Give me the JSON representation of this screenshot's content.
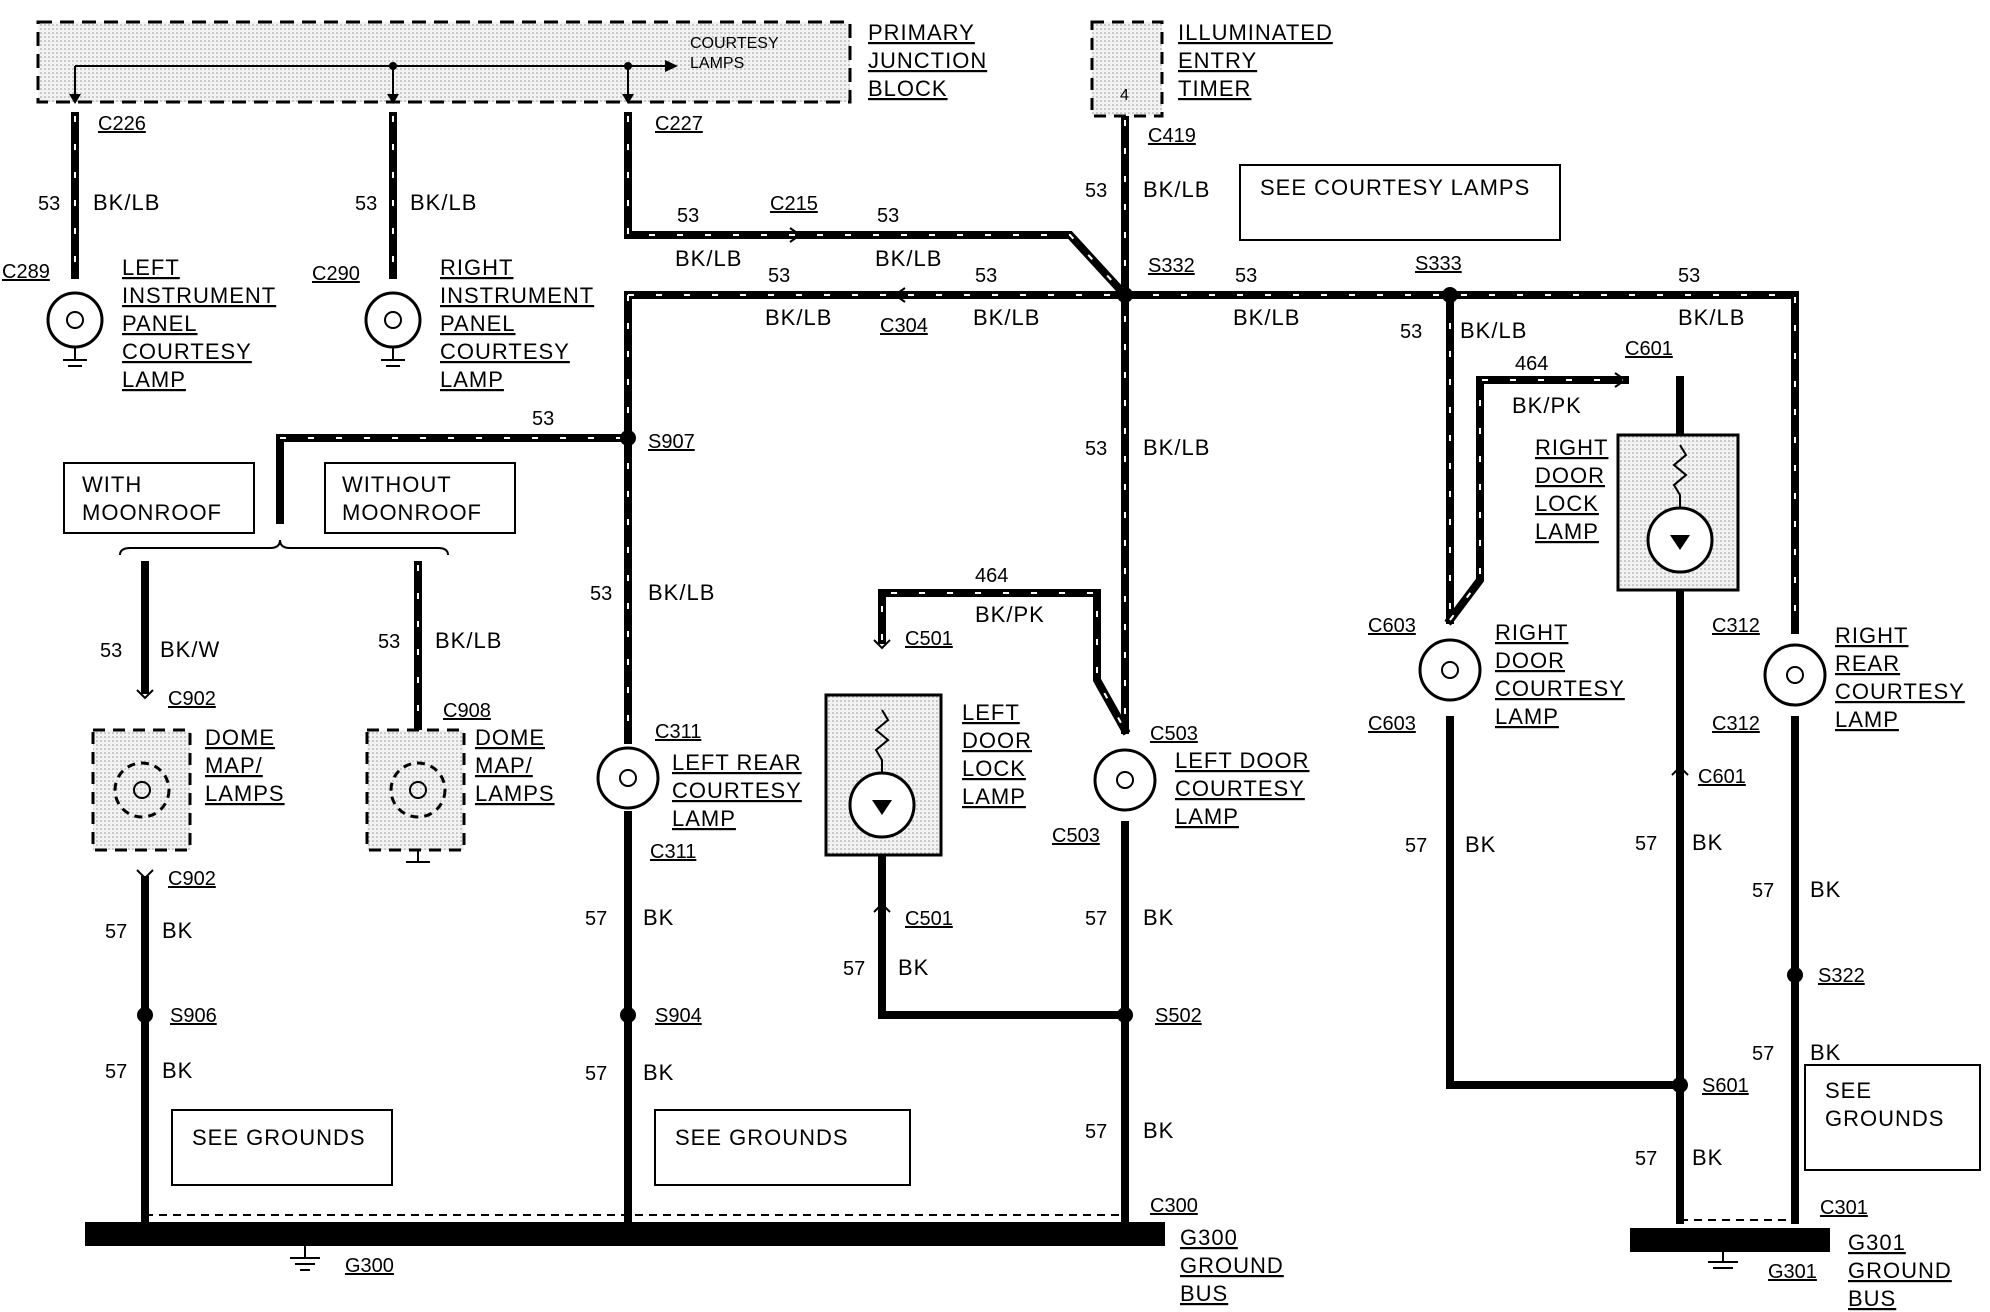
{
  "blocks": {
    "pjb": {
      "line1": "PRIMARY",
      "line2": "JUNCTION",
      "line3": "BLOCK",
      "inner": "COURTESY",
      "inner2": "LAMPS"
    },
    "iet": {
      "line1": "ILLUMINATED",
      "line2": "ENTRY",
      "line3": "TIMER",
      "pin": "4"
    }
  },
  "connectors": {
    "c226": "C226",
    "c227": "C227",
    "c419": "C419",
    "c289": "C289",
    "c290": "C290",
    "c215": "C215",
    "c304": "C304",
    "s332": "S332",
    "s333": "S333",
    "s907": "S907",
    "c601a": "C601",
    "c601b": "C601",
    "c603a": "C603",
    "c603b": "C603",
    "c312a": "C312",
    "c312b": "C312",
    "c902a": "C902",
    "c902b": "C902",
    "c908": "C908",
    "c311a": "C311",
    "c311b": "C311",
    "c501a": "C501",
    "c501b": "C501",
    "c503a": "C503",
    "c503b": "C503",
    "s906": "S906",
    "s904": "S904",
    "s502": "S502",
    "s322": "S322",
    "s601": "S601",
    "c300": "C300",
    "c301": "C301",
    "g300": "G300",
    "g301": "G301"
  },
  "wires": {
    "n53": "53",
    "n57": "57",
    "n464": "464",
    "bklb": "BK/LB",
    "bkw": "BK/W",
    "bk": "BK",
    "bkpk": "BK/PK"
  },
  "components": {
    "lipcl": [
      "LEFT",
      "INSTRUMENT",
      "PANEL",
      "COURTESY",
      "LAMP"
    ],
    "ripcl": [
      "RIGHT",
      "INSTRUMENT",
      "PANEL",
      "COURTESY",
      "LAMP"
    ],
    "rdll": [
      "RIGHT",
      "DOOR",
      "LOCK",
      "LAMP"
    ],
    "rdcl": [
      "RIGHT",
      "DOOR",
      "COURTESY",
      "LAMP"
    ],
    "rrcl": [
      "RIGHT",
      "REAR",
      "COURTESY",
      "LAMP"
    ],
    "dome1": [
      "DOME",
      "MAP/",
      "LAMPS"
    ],
    "dome2": [
      "DOME",
      "MAP/",
      "LAMPS"
    ],
    "lrcl": [
      "LEFT REAR",
      "COURTESY",
      "LAMP"
    ],
    "ldll": [
      "LEFT",
      "DOOR",
      "LOCK",
      "LAMP"
    ],
    "ldcl": [
      "LEFT DOOR",
      "COURTESY",
      "LAMP"
    ]
  },
  "notes": {
    "see_courtesy": "SEE COURTESY LAMPS",
    "with_moonroof": [
      "WITH",
      "MOONROOF"
    ],
    "without_moonroof": [
      "WITHOUT",
      "MOONROOF"
    ],
    "see_grounds": "SEE GROUNDS",
    "see_grounds2": [
      "SEE",
      "GROUNDS"
    ],
    "g300bus": [
      "G300",
      "GROUND",
      "BUS"
    ],
    "g301bus": [
      "G301",
      "GROUND",
      "BUS"
    ]
  }
}
